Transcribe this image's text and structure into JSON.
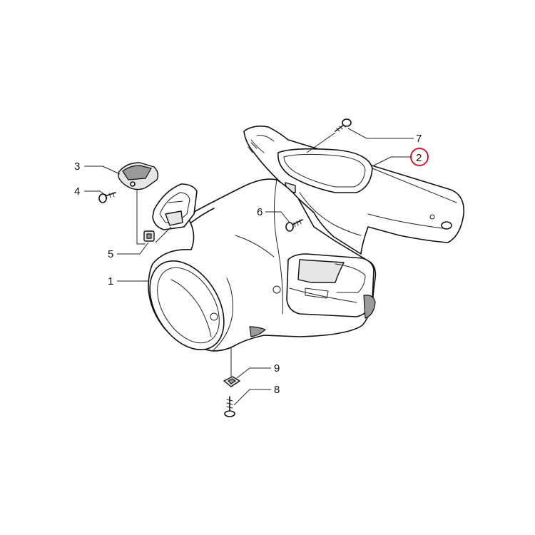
{
  "callouts": [
    {
      "id": "1",
      "label": "1"
    },
    {
      "id": "2",
      "label": "2",
      "highlighted": true
    },
    {
      "id": "3",
      "label": "3"
    },
    {
      "id": "4",
      "label": "4"
    },
    {
      "id": "5",
      "label": "5"
    },
    {
      "id": "6",
      "label": "6"
    },
    {
      "id": "7",
      "label": "7"
    },
    {
      "id": "8",
      "label": "8"
    },
    {
      "id": "9",
      "label": "9"
    }
  ],
  "colors": {
    "line": "#111111",
    "highlight": "#e0001b",
    "background": "#ffffff"
  }
}
